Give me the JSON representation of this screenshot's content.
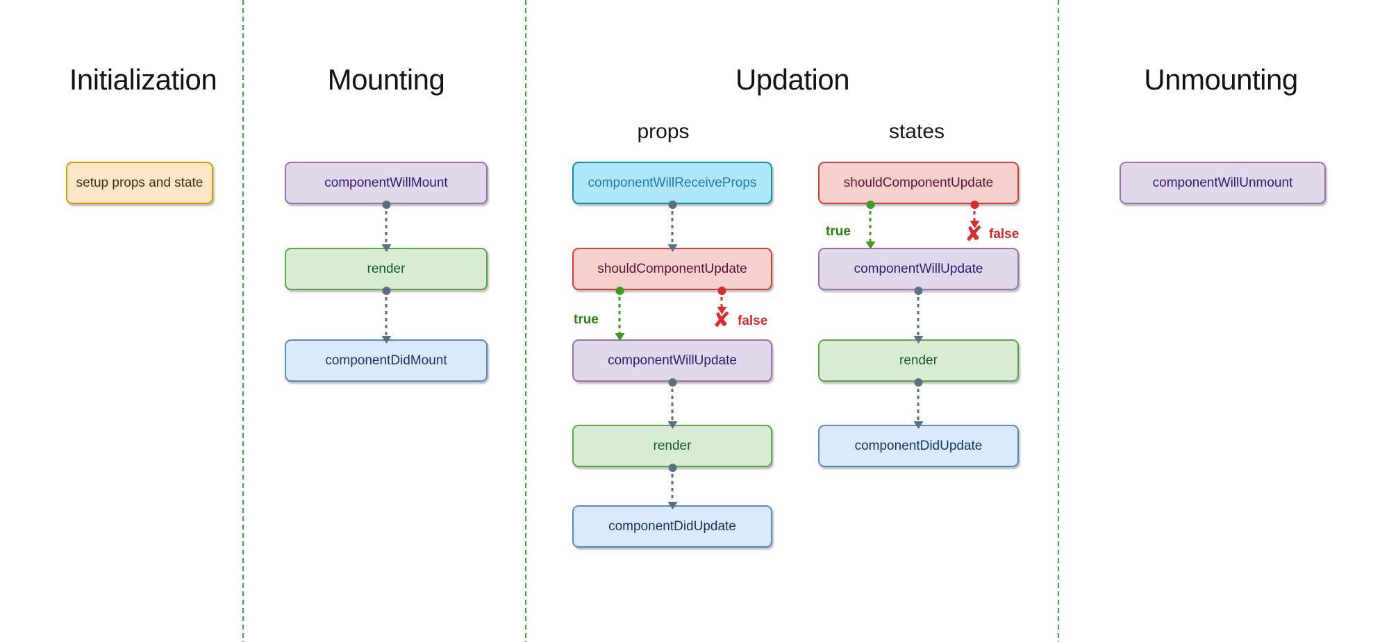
{
  "phases": {
    "initialization": {
      "title": "Initialization",
      "boxes": {
        "setup": {
          "label": "setup props and state",
          "color": "orange"
        }
      }
    },
    "mounting": {
      "title": "Mounting",
      "boxes": {
        "componentWillMount": {
          "label": "componentWillMount",
          "color": "purple"
        },
        "render": {
          "label": "render",
          "color": "green"
        },
        "componentDidMount": {
          "label": "componentDidMount",
          "color": "blue"
        }
      }
    },
    "updation": {
      "title": "Updation",
      "props_column": {
        "label": "props",
        "boxes": {
          "componentWillReceiveProps": {
            "label": "componentWillReceiveProps",
            "color": "cyan"
          },
          "shouldComponentUpdate": {
            "label": "shouldComponentUpdate",
            "color": "red"
          },
          "componentWillUpdate": {
            "label": "componentWillUpdate",
            "color": "purple"
          },
          "render": {
            "label": "render",
            "color": "green"
          },
          "componentDidUpdate": {
            "label": "componentDidUpdate",
            "color": "blue"
          }
        },
        "true_label": "true",
        "false_label": "false"
      },
      "states_column": {
        "label": "states",
        "boxes": {
          "shouldComponentUpdate": {
            "label": "shouldComponentUpdate",
            "color": "red"
          },
          "componentWillUpdate": {
            "label": "componentWillUpdate",
            "color": "purple"
          },
          "render": {
            "label": "render",
            "color": "green"
          },
          "componentDidUpdate": {
            "label": "componentDidUpdate",
            "color": "blue"
          }
        },
        "true_label": "true",
        "false_label": "false"
      }
    },
    "unmounting": {
      "title": "Unmounting",
      "boxes": {
        "componentWillUnmount": {
          "label": "componentWillUnmount",
          "color": "purple"
        }
      }
    }
  },
  "glyphs": {
    "false_cross": "✘"
  },
  "colors": {
    "divider_green": "#43a047",
    "connector_gray": "#5a6f82",
    "branch_true_green": "#3e9a20",
    "branch_false_red": "#d03030",
    "box_orange_fill": "#ffe6c9",
    "box_orange_border": "#d79b00",
    "box_purple_fill": "#e2d8ec",
    "box_purple_border": "#9673a6",
    "box_green_fill": "#d7ecd2",
    "box_green_border": "#60a24d",
    "box_blue_fill": "#dbe9fd",
    "box_blue_border": "#5b87c5",
    "box_cyan_fill": "#aee7f7",
    "box_cyan_border": "#0f8e9d",
    "box_red_fill": "#f8d0ce",
    "box_red_border": "#d0403a"
  }
}
